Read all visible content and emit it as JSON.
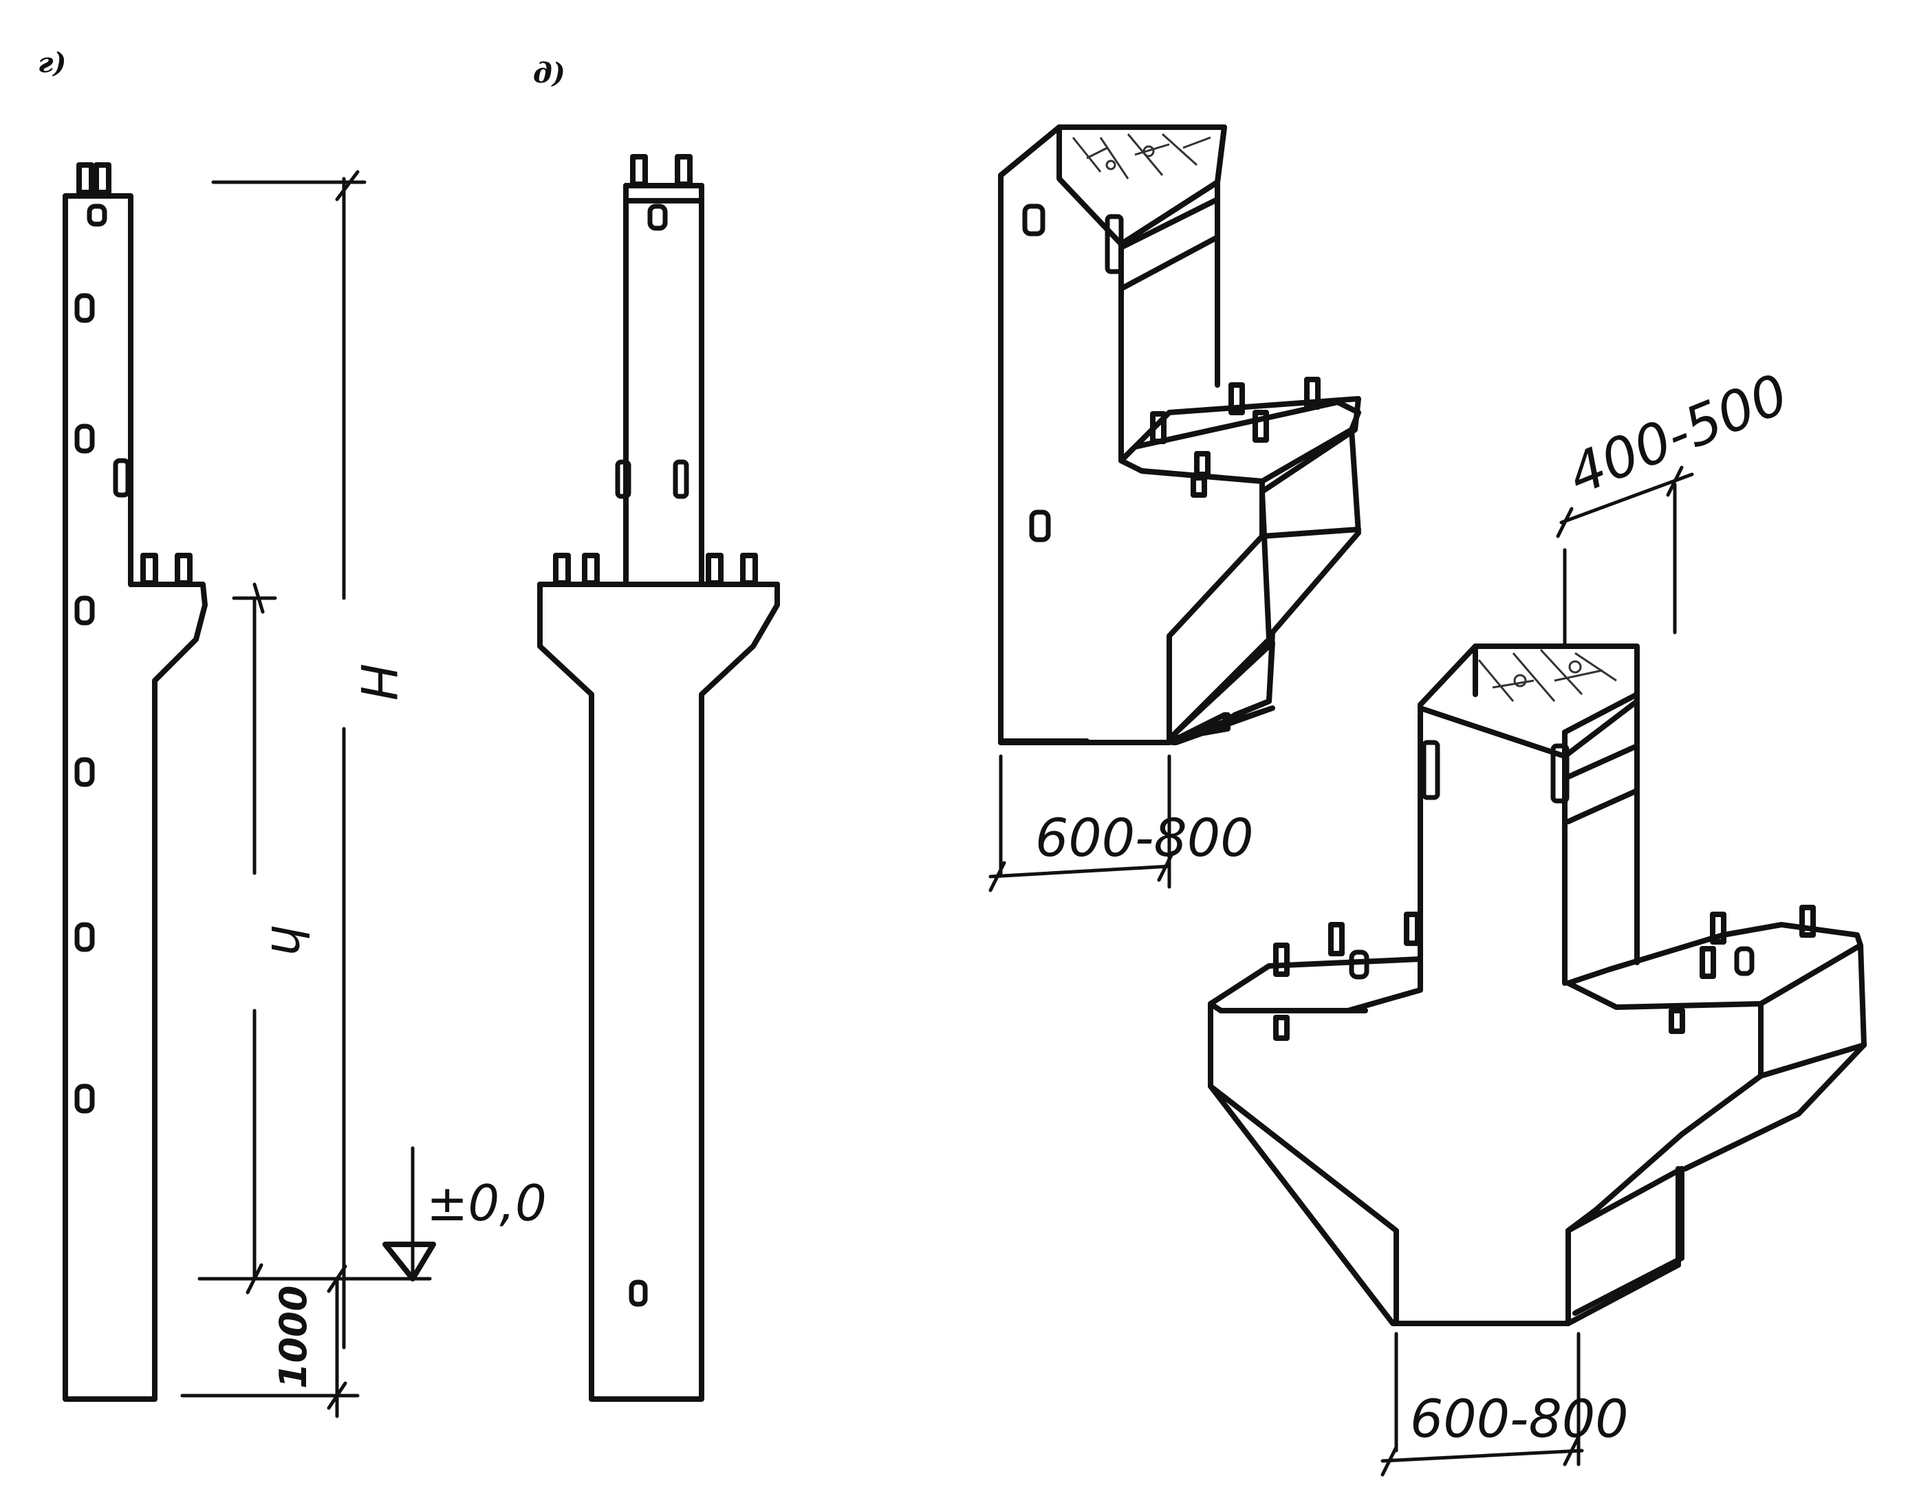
{
  "labels": {
    "panel_g": "г)",
    "panel_d": "д)",
    "dim_H": "H",
    "dim_h": "h",
    "dim_1000": "1000",
    "level": "±0,0",
    "dim_600_800_top": "600-800",
    "dim_400_500": "400-500",
    "dim_600_800_bottom": "600-800"
  }
}
